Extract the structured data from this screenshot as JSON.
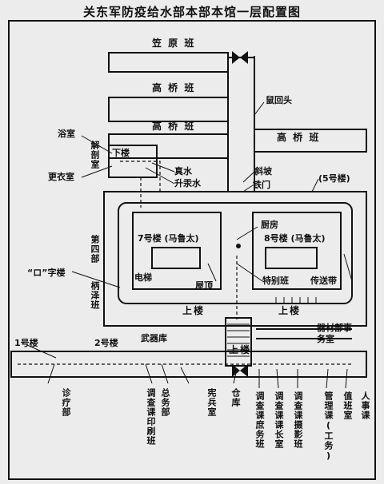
{
  "title": "关东军防疫给水部本部本馆一层配置图",
  "labels": {
    "kasahara": "笠 原 班",
    "takahashi_1": "高 桥 班",
    "takahashi_2": "高 桥 班",
    "takahashi_3": "高 桥 班",
    "rat_head": "鼠回头",
    "bath": "浴室",
    "dissect": "解剖室",
    "downstairs": "下楼",
    "changing": "更衣室",
    "water1": "真水",
    "water2": "升汞水",
    "slope": "斜坡",
    "iron_gate": "铁门",
    "bldg5": "(5号楼)",
    "kitchen": "厨房",
    "bldg7": "7号楼 (马鲁太)",
    "bldg8": "8号楼 (马鲁太)",
    "dept4": "第四部",
    "ro_bldg": "“ロ”字楼",
    "karasawa": "柄泽班",
    "elevator": "电梯",
    "roof": "屋顶",
    "special": "特别班",
    "conveyor": "传送带",
    "upstairs_1": "上楼",
    "upstairs_2": "上楼",
    "upstairs_3": "上楼",
    "weapons": "武器库",
    "equipment": "器材部事务室",
    "bldg1": "1号楼",
    "bldg2": "2号楼",
    "clinic": "诊疗部",
    "survey_print": "调查课印刷班",
    "general": "总务部",
    "guard": "宪兵室",
    "warehouse": "仓库",
    "survey_docs": "调查课庶务班",
    "survey_chief": "调查课课长室",
    "survey_photo": "调查课摄影班",
    "mgmt": "管理课(工务)",
    "duty": "值班室",
    "personnel": "人事课"
  }
}
